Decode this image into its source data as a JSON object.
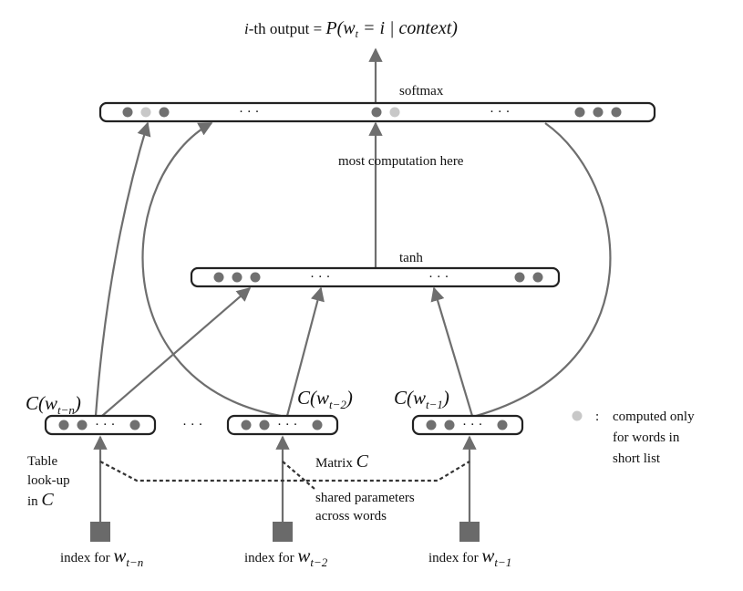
{
  "title": {
    "prefix_italic": "i",
    "prefix": "-th output = ",
    "formula": "P(w",
    "sub": "t",
    "mid": " = i | ",
    "ctx": "context",
    "close": ")"
  },
  "layers": {
    "softmax_label": "softmax",
    "tanh_label": "tanh",
    "ellipsis": "· · ·"
  },
  "annotations": {
    "most_computation": "most  computation here",
    "table_lookup_1": "Table",
    "table_lookup_2": "look-up",
    "table_lookup_3": "in ",
    "table_lookup_var": "C",
    "matrix_label": "Matrix ",
    "matrix_var": "C",
    "shared_1": "shared parameters",
    "shared_2": "across words",
    "legend_colon": ":",
    "legend_1": "computed only",
    "legend_2": "for words in",
    "legend_3": "short list"
  },
  "embeddings": [
    {
      "fn": "C(w",
      "sub": "t−n",
      "close": ")"
    },
    {
      "fn": "C(w",
      "sub": "t−2",
      "close": ")"
    },
    {
      "fn": "C(w",
      "sub": "t−1",
      "close": ")"
    }
  ],
  "between_ellipsis": "· · ·",
  "inputs": [
    {
      "label": "index for ",
      "var": "w",
      "sub": "t−n"
    },
    {
      "label": "index for ",
      "var": "w",
      "sub": "t−2"
    },
    {
      "label": "index for ",
      "var": "w",
      "sub": "t−1"
    }
  ],
  "colors": {
    "unit": "#707070",
    "unit_shortlist": "#c8c8c8",
    "arrow": "#6e6e6e"
  }
}
